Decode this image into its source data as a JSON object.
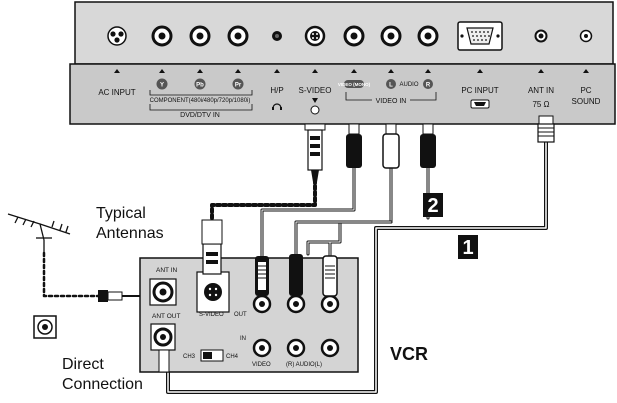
{
  "tv_panel": {
    "labels": {
      "ac_input": "AC INPUT",
      "y": "Y",
      "pb": "Pb",
      "pr": "Pr",
      "component": "COMPONENT(480i/480p/720p/1080i)",
      "dvd_dtv_in": "DVD/DTV IN",
      "hp": "H/P",
      "svideo": "S-VIDEO",
      "video_mono": "VIDEO (MONO)",
      "audio_l": "L",
      "audio": "AUDIO",
      "audio_r": "R",
      "video_in": "VIDEO IN",
      "pc_input": "PC INPUT",
      "ant_in": "ANT IN",
      "ohm": "75 Ω",
      "pc_sound": "PC\nSOUND"
    }
  },
  "diagram_labels": {
    "typical_antennas": "Typical\nAntennas",
    "direct_connection": "Direct\nConnection",
    "vcr": "VCR",
    "step1": "1",
    "step2": "2"
  },
  "vcr_panel": {
    "labels": {
      "ant_in": "ANT IN",
      "ant_out": "ANT OUT",
      "svideo": "S-VIDEO",
      "out": "OUT",
      "in": "IN",
      "ch3": "CH3",
      "ch4": "CH4",
      "video": "VIDEO",
      "audio": "(R) AUDIO(L)"
    }
  }
}
